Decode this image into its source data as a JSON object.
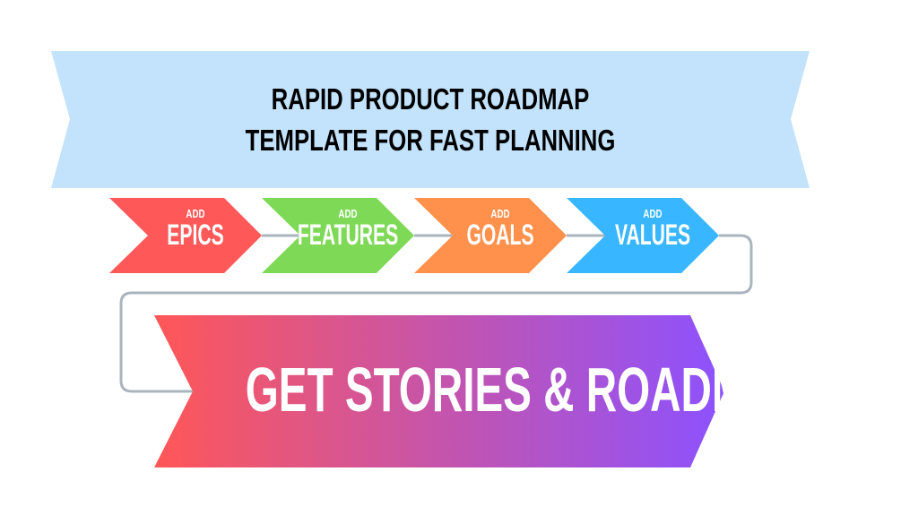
{
  "banner": {
    "line1": "RAPID PRODUCT ROADMAP",
    "line2": "TEMPLATE FOR FAST PLANNING",
    "color": "#c3e3fc"
  },
  "steps": [
    {
      "prefix": "ADD",
      "label": "EPICS",
      "color": "#fe5858"
    },
    {
      "prefix": "ADD",
      "label": "FEATURES",
      "color": "#7ed957"
    },
    {
      "prefix": "ADD",
      "label": "GOALS",
      "color": "#ff914d"
    },
    {
      "prefix": "ADD",
      "label": "VALUES",
      "color": "#38b6ff"
    }
  ],
  "result": {
    "label": "GET STORIES & ROADMAP",
    "gradient_from": "#ff5757",
    "gradient_to": "#8c52ff"
  },
  "connector_color": "#aab4bf"
}
